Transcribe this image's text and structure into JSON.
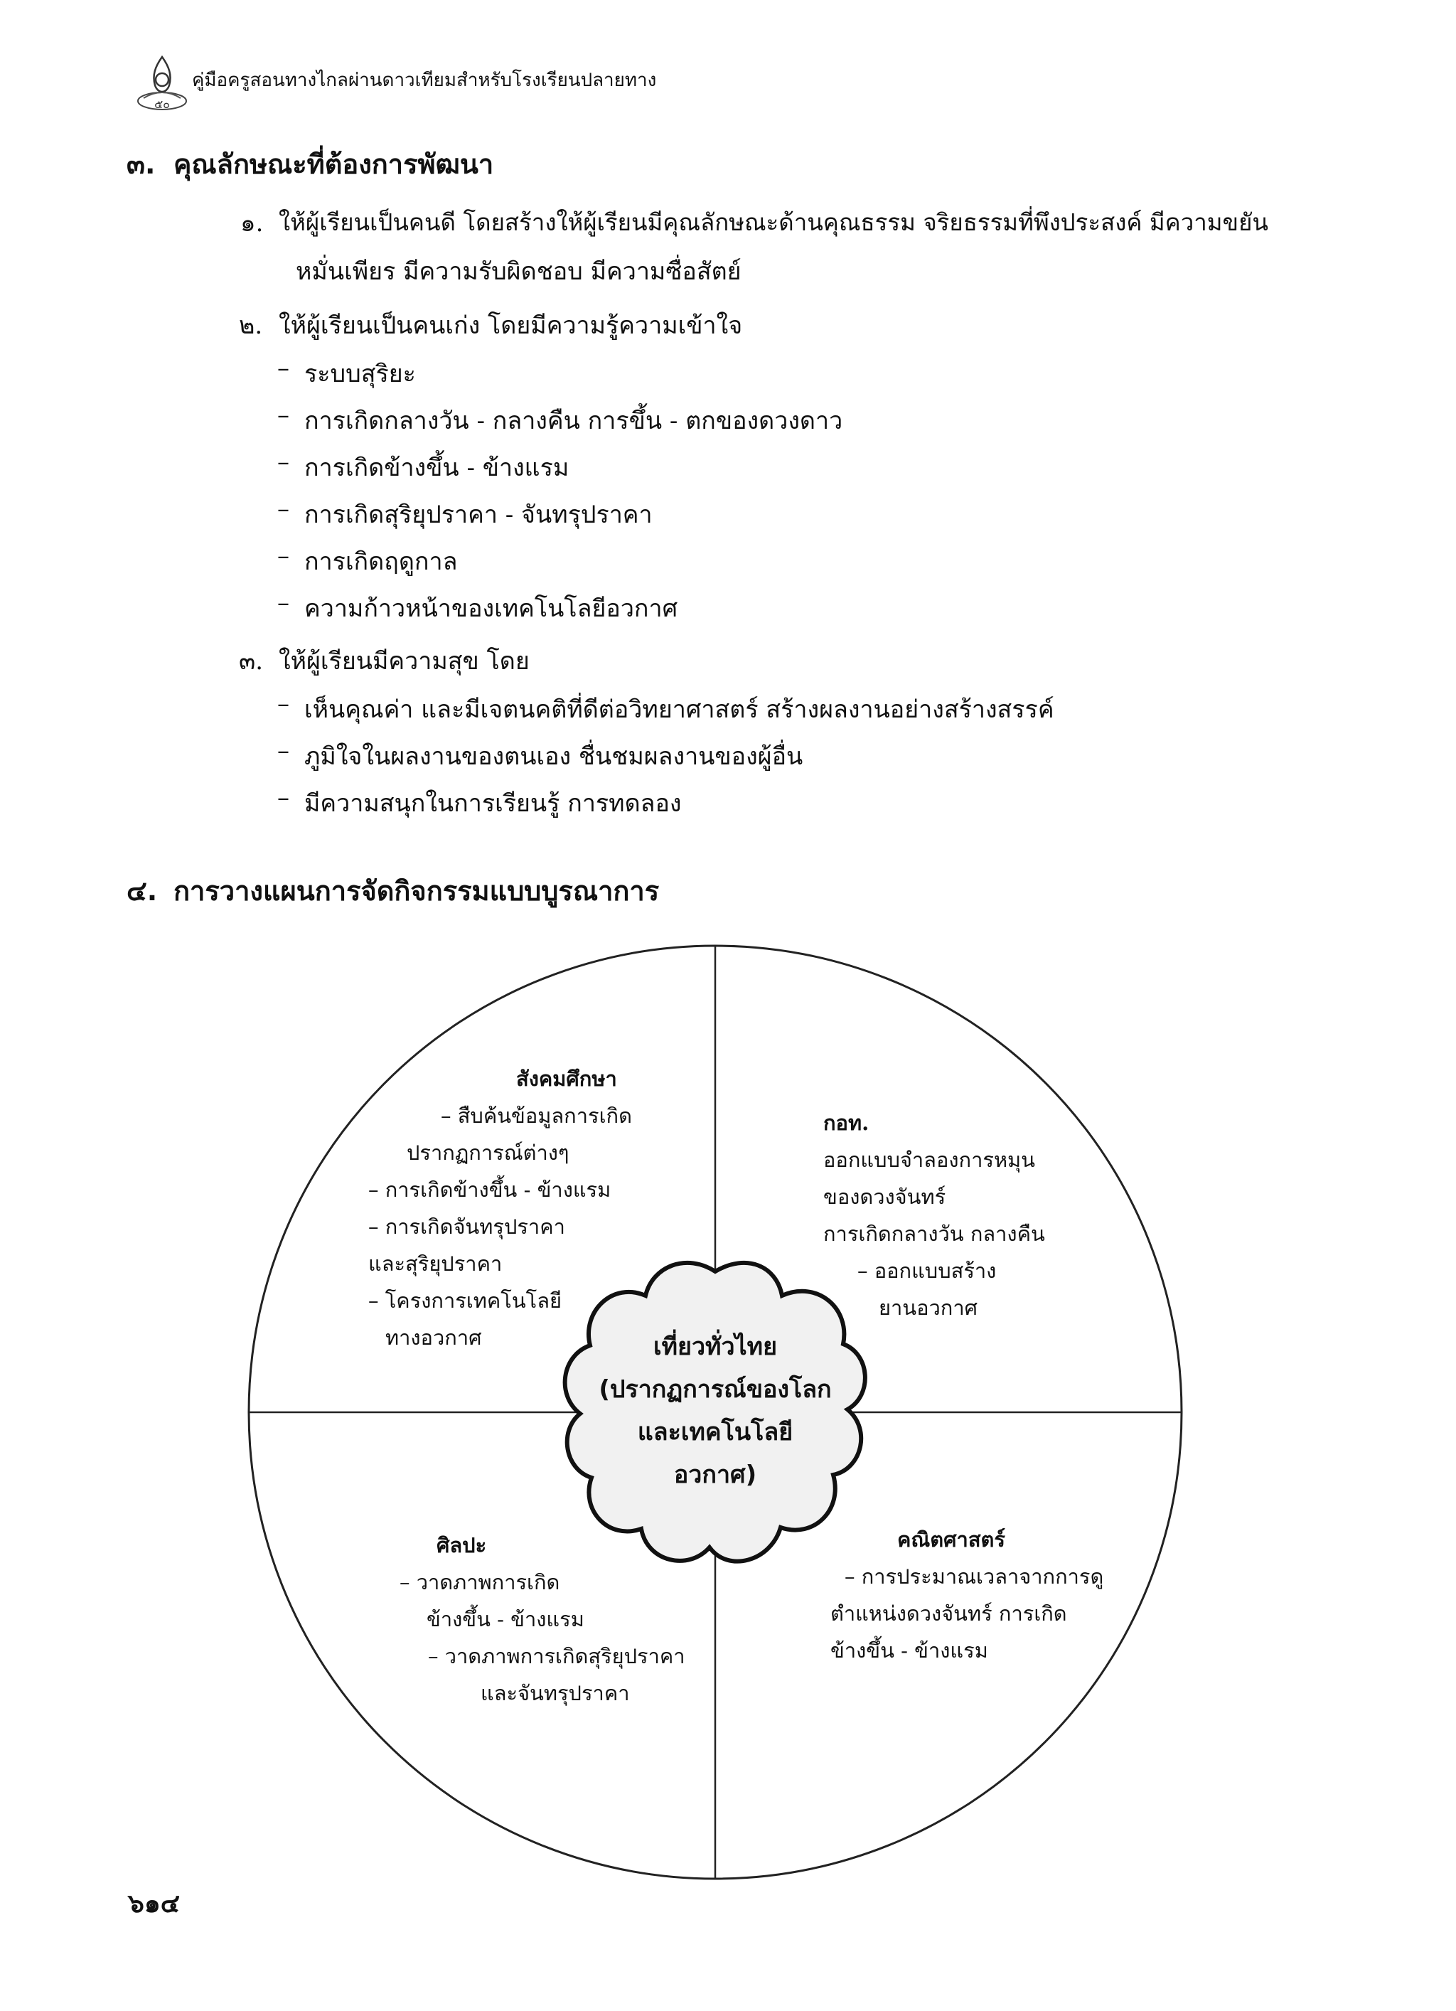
{
  "header": {
    "title": "คู่มือครูสอนทางไกลผ่านดาวเทียมสำหรับโรงเรียนปลายทาง"
  },
  "section3": {
    "number": "๓.",
    "title": "คุณลักษณะที่ต้องการพัฒนา",
    "items": [
      {
        "num": "๑.",
        "line1": "ให้ผู้เรียนเป็นคนดี โดยสร้างให้ผู้เรียนมีคุณลักษณะด้านคุณธรรม จริยธรรมที่พึงประสงค์ มีความขยัน",
        "line2": "หมั่นเพียร มีความรับผิดชอบ มีความซื่อสัตย์"
      },
      {
        "num": "๒.",
        "line1": "ให้ผู้เรียนเป็นคนเก่ง โดยมีความรู้ความเข้าใจ",
        "bullets": [
          "ระบบสุริยะ",
          "การเกิดกลางวัน - กลางคืน การขึ้น - ตกของดวงดาว",
          "การเกิดข้างขึ้น - ข้างแรม",
          "การเกิดสุริยุปราคา - จันทรุปราคา",
          "การเกิดฤดูกาล",
          "ความก้าวหน้าของเทคโนโลยีอวกาศ"
        ]
      },
      {
        "num": "๓.",
        "line1": "ให้ผู้เรียนมีความสุข โดย",
        "bullets": [
          "เห็นคุณค่า และมีเจตนคติที่ดีต่อวิทยาศาสตร์ สร้างผลงานอย่างสร้างสรรค์",
          "ภูมิใจในผลงานของตนเอง ชื่นชมผลงานของผู้อื่น",
          "มีความสนุกในการเรียนรู้ การทดลอง"
        ]
      }
    ],
    "dash": "–"
  },
  "section4": {
    "number": "๔.",
    "title": "การวางแผนการจัดกิจกรรมแบบบูรณาการ"
  },
  "diagram": {
    "center": [
      "เที่ยวทั่วไทย",
      "(ปรากฏการณ์ของโลก",
      "และเทคโนโลยี",
      "อวกาศ)"
    ],
    "social": {
      "title": "สังคมศึกษา",
      "lines": [
        "– สืบค้นข้อมูลการเกิด",
        "ปรากฏการณ์ต่างๆ",
        "–  การเกิดข้างขึ้น - ข้างแรม",
        "–  การเกิดจันทรุปราคา",
        "และสุริยุปราคา",
        "–  โครงการเทคโนโลยี",
        "ทางอวกาศ"
      ]
    },
    "tech": {
      "title": "กอท.",
      "lines": [
        "ออกแบบจำลองการหมุน",
        "ของดวงจันทร์",
        "การเกิดกลางวัน กลางคืน",
        "– ออกแบบสร้าง",
        "ยานอวกาศ"
      ]
    },
    "art": {
      "title": "ศิลปะ",
      "lines": [
        "–  วาดภาพการเกิด",
        "ข้างขึ้น - ข้างแรม",
        "– วาดภาพการเกิดสุริยุปราคา",
        "และจันทรุปราคา"
      ]
    },
    "math": {
      "title": "คณิตศาสตร์",
      "lines": [
        "–  การประมาณเวลาจากการดู",
        "ตำแหน่งดวงจันทร์ การเกิด",
        "ข้างขึ้น - ข้างแรม"
      ]
    }
  },
  "page_number": "๖๑๔"
}
